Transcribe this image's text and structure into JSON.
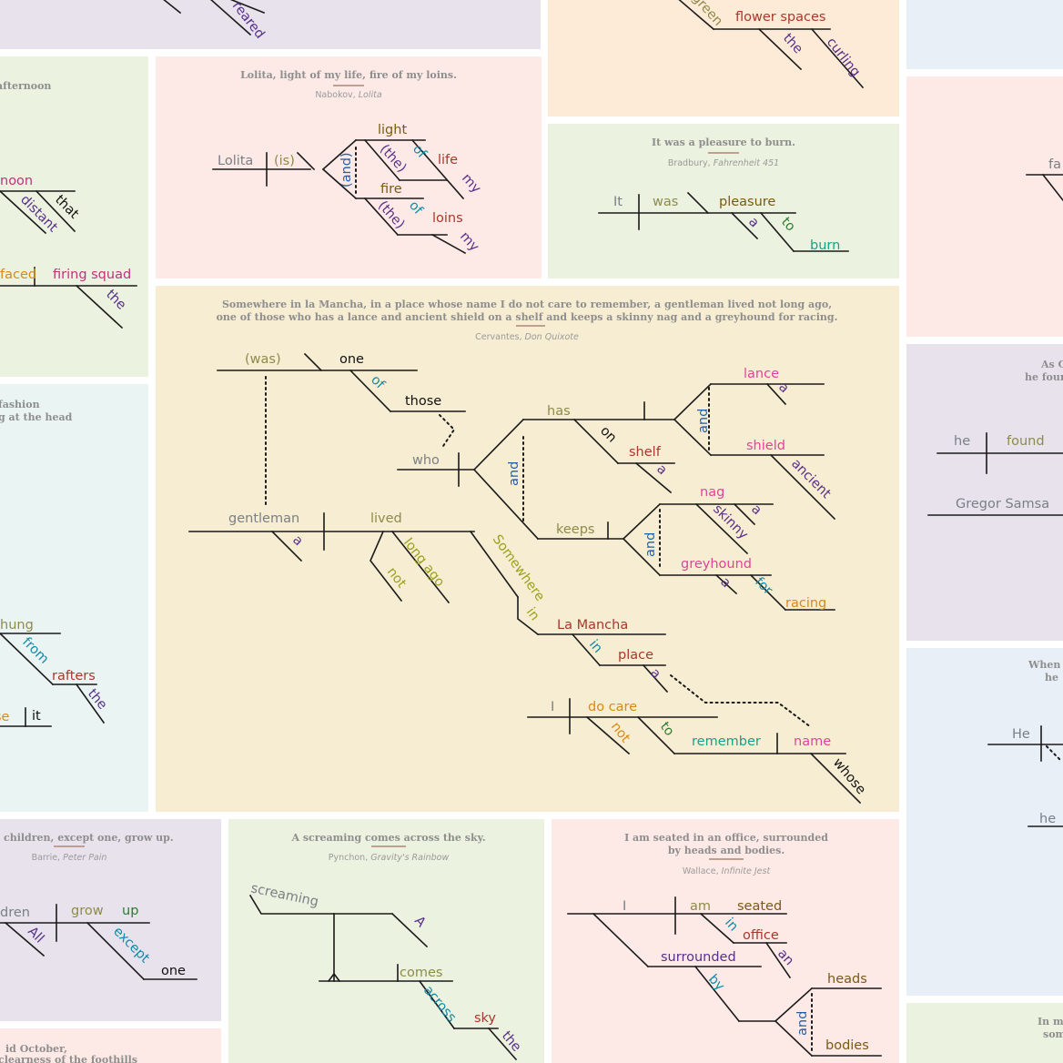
{
  "tiles": {
    "t00": {
      "words": [
        "reared"
      ]
    },
    "t01": {
      "words": [
        "green",
        "flower spaces",
        "the",
        "curling"
      ]
    },
    "t10": {
      "quote": "afternoon",
      "words": [
        "noon",
        "distant",
        "that",
        "faced",
        "firing squad",
        "the"
      ]
    },
    "lolita": {
      "quote": "Lolita, light of my life, fire of my loins.",
      "author": "Nabokov,",
      "work": "Lolita",
      "words": {
        "lolita": "Lolita",
        "is": "(is)",
        "and": "(and)",
        "light": "light",
        "the1": "(the)",
        "of1": "of",
        "life": "life",
        "my1": "my",
        "fire": "fire",
        "the2": "(the)",
        "of2": "of",
        "loins": "loins",
        "my2": "my"
      }
    },
    "bradbury": {
      "quote": "It was a pleasure to burn.",
      "author": "Bradbury,",
      "work": "Fahrenheit 451",
      "words": {
        "it": "It",
        "was": "was",
        "pleasure": "pleasure",
        "a": "a",
        "to": "to",
        "burn": "burn"
      }
    },
    "right1": {
      "words": [
        "fa"
      ]
    },
    "cervantes": {
      "quote1": "Somewhere in la Mancha, in a place whose name I do not care to remember, a gentleman lived not long ago,",
      "quote2": "one of those who has a lance and ancient shield on a shelf and keeps a skinny nag and a greyhound for racing.",
      "author": "Cervantes,",
      "work": "Don Quixote",
      "words": {
        "was": "(was)",
        "one": "one",
        "of": "of",
        "those": "those",
        "who": "who",
        "has": "has",
        "and1": "and",
        "lance": "lance",
        "a1": "a",
        "and2": "and",
        "shield": "shield",
        "ancient": "ancient",
        "on": "on",
        "shelf": "shelf",
        "a2": "a",
        "keeps": "keeps",
        "and3": "and",
        "nag": "nag",
        "skinny": "skinny",
        "a3": "a",
        "greyhound": "greyhound",
        "a4": "a",
        "for": "for",
        "racing": "racing",
        "gentleman": "gentleman",
        "a5": "a",
        "lived": "lived",
        "longago": "long ago",
        "not1": "not",
        "somewhere": "Somewhere",
        "in1": "in",
        "lamancha": "La Mancha",
        "in2": "in",
        "place": "place",
        "a6": "a",
        "i": "I",
        "docare": "do care",
        "not2": "not",
        "to": "to",
        "remember": "remember",
        "name": "name",
        "whose": "whose"
      }
    },
    "gregor": {
      "quote1": "As G",
      "quote2": "he foun",
      "words": {
        "he": "he",
        "found": "found",
        "gregor": "Gregor Samsa"
      }
    },
    "left2": {
      "quote1": "fashion",
      "quote2": "g at the head",
      "words": {
        "hung": "hung",
        "from": "from",
        "rafters": "rafters",
        "the": "the",
        "se": "se",
        "it": "it"
      }
    },
    "right3": {
      "quote1": "When h",
      "quote2": "he",
      "words": {
        "he1": "He",
        "he2": "he"
      }
    },
    "barrie": {
      "quote": "children, except one, grow up.",
      "author": "Barrie,",
      "work": "Peter Pain",
      "words": {
        "children": "dren",
        "all": "All",
        "grow": "grow",
        "up": "up",
        "except": "except",
        "one": "one"
      }
    },
    "pynchon": {
      "quote": "A screaming comes across the sky.",
      "author": "Pynchon,",
      "work": "Gravity's Rainbow",
      "words": {
        "screaming": "screaming",
        "a": "A",
        "comes": "comes",
        "across": "across",
        "sky": "sky",
        "the": "the"
      }
    },
    "wallace": {
      "quote1": "I am seated in an office, surrounded",
      "quote2": "by heads and bodies.",
      "author": "Wallace,",
      "work": "Infinite Jest",
      "words": {
        "i": "I",
        "am": "am",
        "seated": "seated",
        "in": "in",
        "office": "office",
        "an": "an",
        "surrounded": "surrounded",
        "by": "by",
        "and": "and",
        "heads": "heads",
        "bodies": "bodies"
      }
    },
    "bottomleft": {
      "quote1": "id October,",
      "quote2": "clearness of the foothills"
    },
    "bottomright": {
      "quote1": "In my",
      "quote2": "som"
    }
  },
  "colors": {
    "lavender": "#e7e2ec",
    "peach": "#fdebd7",
    "sky": "#e8eff7",
    "green": "#ebf2df",
    "pink": "#fdeae6",
    "yellow": "#f7edd2",
    "mint": "#eaf4f3"
  }
}
